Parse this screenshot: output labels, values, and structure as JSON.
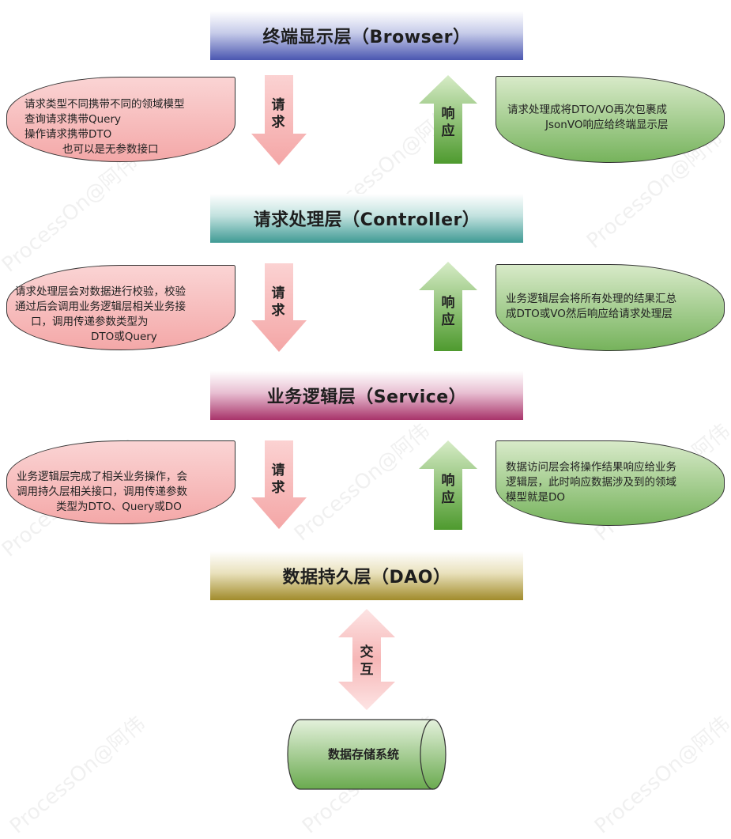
{
  "layers": {
    "browser": "终端显示层（Browser）",
    "controller": "请求处理层（Controller）",
    "service": "业务逻辑层（Service）",
    "dao": "数据持久层（DAO）"
  },
  "arrows": {
    "request": [
      "请",
      "求"
    ],
    "response": [
      "响",
      "应"
    ],
    "interact": [
      "交",
      "互"
    ]
  },
  "notes": {
    "browser_request": [
      "请求类型不同携带不同的领域模型",
      "查询请求携带Query",
      "操作请求携带DTO",
      "也可以是无参数接口"
    ],
    "browser_response": [
      "请求处理成将DTO/VO再次包裹成",
      "JsonVO响应给终端显示层"
    ],
    "controller_request": [
      "请求处理层会对数据进行校验，校验",
      "通过后会调用业务逻辑层相关业务接",
      "口，调用传递参数类型为",
      "DTO或Query"
    ],
    "controller_response": [
      "业务逻辑层会将所有处理的结果汇总",
      "成DTO或VO然后响应给请求处理层"
    ],
    "service_request": [
      "业务逻辑层完成了相关业务操作，会",
      "调用持久层相关接口，调用传递参数",
      "类型为DTO、Query或DO"
    ],
    "service_response": [
      "数据访问层会将操作结果响应给业务",
      "逻辑层，此时响应数据涉及到的领域",
      "模型就是DO"
    ]
  },
  "storage": "数据存储系统",
  "watermark": "ProcessOn@阿伟",
  "colors": {
    "browser": "#4a56b0",
    "controller": "#3f9a94",
    "service": "#a8346a",
    "dao": "#a18b2b",
    "request_arrow": "#f7b4b4",
    "response_arrow": "#5aa03a"
  }
}
